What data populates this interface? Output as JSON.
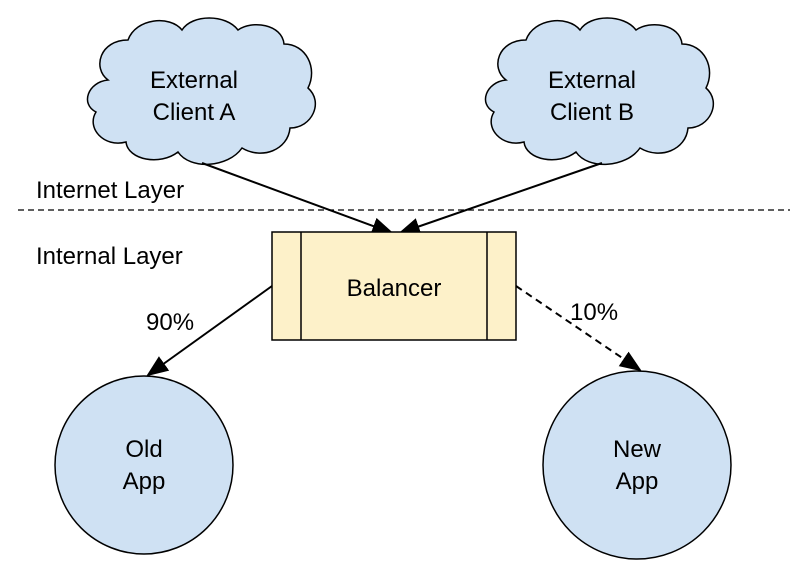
{
  "layers": {
    "internet": "Internet Layer",
    "internal": "Internal Layer"
  },
  "clients": {
    "a": {
      "line1": "External",
      "line2": "Client A"
    },
    "b": {
      "line1": "External",
      "line2": "Client B"
    }
  },
  "balancer": {
    "label": "Balancer"
  },
  "apps": {
    "old": {
      "line1": "Old",
      "line2": "App"
    },
    "new": {
      "line1": "New",
      "line2": "App"
    }
  },
  "edges": {
    "old_share": "90%",
    "new_share": "10%"
  },
  "colors": {
    "cloud_fill": "#cfe1f3",
    "balancer_fill": "#fdf1c9",
    "app_fill": "#cfe1f3",
    "stroke": "#000000"
  }
}
